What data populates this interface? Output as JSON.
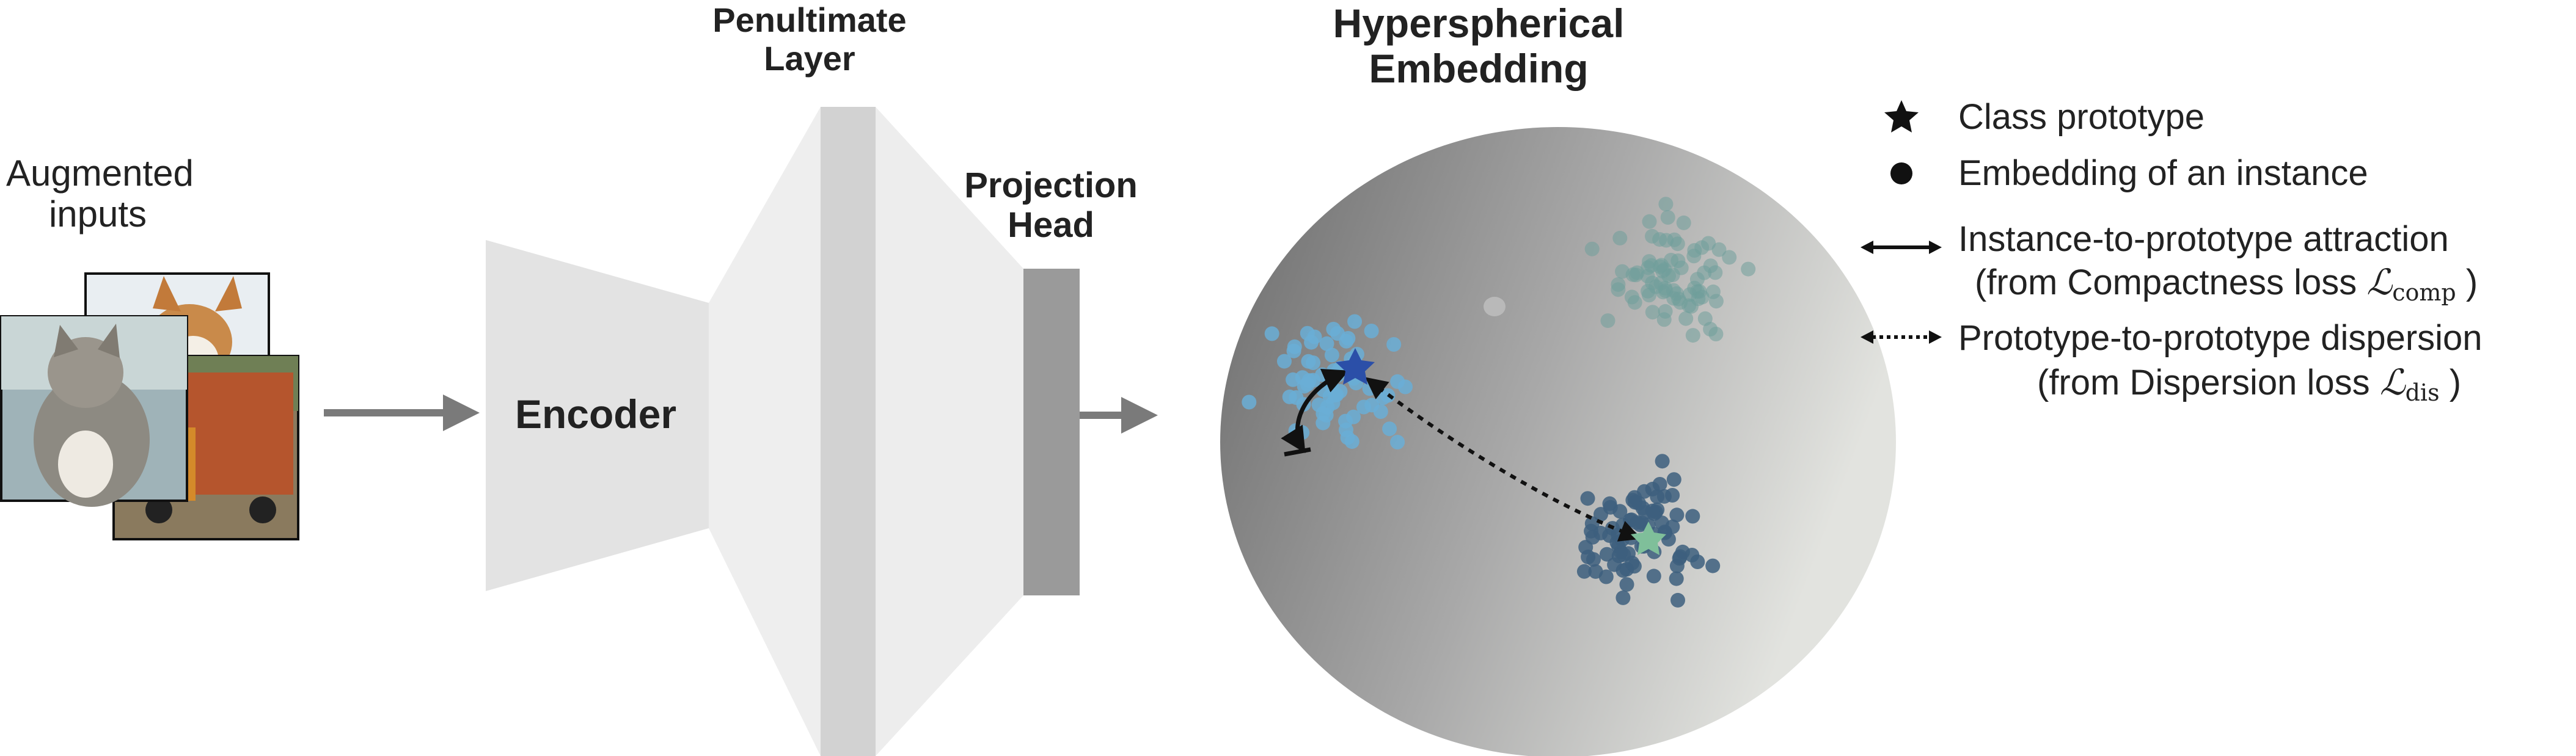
{
  "labels": {
    "augmented_inputs": [
      "Augmented",
      "inputs"
    ],
    "encoder": "Encoder",
    "penultimate_layer": [
      "Penultimate",
      "Layer"
    ],
    "projection_head": [
      "Projection",
      "Head"
    ],
    "hyperspherical_embedding": [
      "Hyperspherical",
      "Embedding"
    ]
  },
  "legend": {
    "class_prototype": "Class prototype",
    "embedding_instance": "Embedding of an instance",
    "attraction": "Instance-to-prototype attraction",
    "attraction_source_prefix": "(from Compactness loss ",
    "attraction_loss_symbol": "ℒ",
    "attraction_loss_sub": "comp",
    "dispersion": "Prototype-to-prototype dispersion",
    "dispersion_source_prefix": "(from Dispersion loss ",
    "dispersion_loss_symbol": "ℒ",
    "dispersion_loss_sub": "dis",
    "close_paren": " )"
  },
  "colors": {
    "cluster_light_blue": "#6aaed6",
    "cluster_teal": "#6f9f9a",
    "cluster_navy": "#3d5f7e",
    "prototype_blue": "#2b4fa8",
    "prototype_green": "#7fbf9a",
    "network_light": "#ebebeb",
    "network_mid": "#d0d0d0",
    "projection": "#9a9a9a",
    "arrow": "#7a7a7a"
  }
}
